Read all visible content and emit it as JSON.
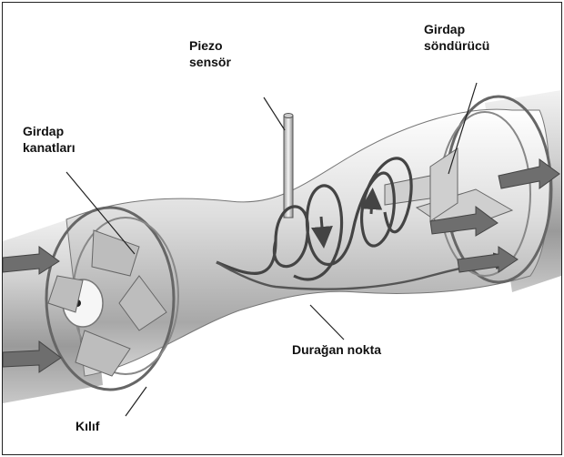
{
  "labels": {
    "piezo_line1": "Piezo",
    "piezo_line2": "sensör",
    "suppressor_line1": "Girdap",
    "suppressor_line2": "söndürücü",
    "vanes_line1": "Girdap",
    "vanes_line2": "kanatları",
    "stagnation_point": "Durağan nokta",
    "casing": "Kılıf"
  },
  "colors": {
    "pipe_light": "#d9d9d9",
    "pipe_dark": "#7a7a7a",
    "spiral": "#444444",
    "arrow_fill": "#6e6e6e",
    "text": "#111111"
  }
}
